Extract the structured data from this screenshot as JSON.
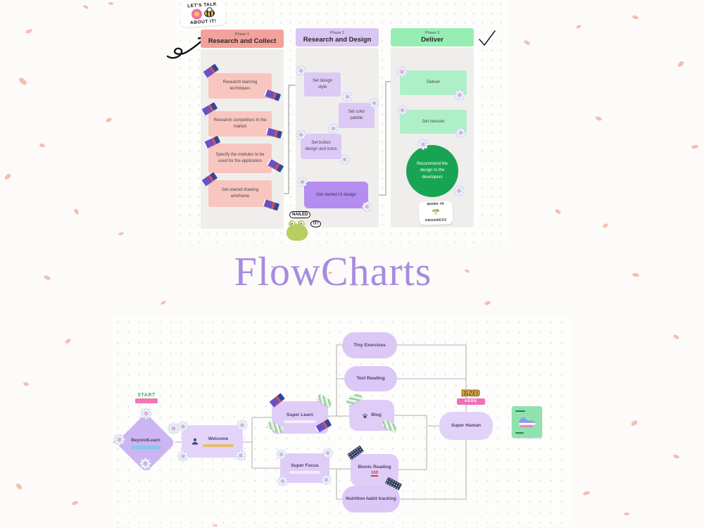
{
  "page": {
    "title": "FlowCharts"
  },
  "colors": {
    "phase1_header": "#f2a29b",
    "phase1_box": "#f9c5bf",
    "phase2_header": "#d9c6f3",
    "phase2_box": "#dcc9f5",
    "phase2_final_box": "#b58cef",
    "phase3_header": "#96eeb5",
    "phase3_box": "#adf0c7",
    "phase3_circle": "#17a553",
    "title_text": "#a78be1",
    "node_purple": "#dfcdf8",
    "diamond_purple": "#cdb5f1",
    "connector_gray": "#b5b3b1",
    "petal_pink": "#f6bdb2"
  },
  "top_board": {
    "stickers": {
      "lets_talk_top": "LET'S TALK",
      "lets_talk_bottom": "ABOUT IT!",
      "nailed_line1": "NAILED",
      "nailed_line2": "IT!",
      "wip_line1": "WORK IN",
      "wip_line2": "PROGRESS"
    },
    "phases": [
      {
        "label": "Phase 1",
        "name": "Research and Collect",
        "steps": [
          "Research learning techniques",
          "Research competitors in the market",
          "Specify the modules to be used for the application",
          "Get started drawing wireframe"
        ]
      },
      {
        "label": "Phase 2",
        "name": "Research and Design",
        "steps": [
          "Set design style",
          "Set color palette",
          "Set button design and icons",
          "Get started UI design"
        ]
      },
      {
        "label": "Phase 3",
        "name": "Deliver",
        "steps": [
          "Deliver",
          "Get revision",
          "Recommend the design to the developers"
        ]
      }
    ]
  },
  "bottom_board": {
    "stickers": {
      "start": "START",
      "end": "END",
      "end_ribbon": "HERE",
      "bionic_badge": "100"
    },
    "nodes": {
      "beyondlearn": "BeyondLearn",
      "welcome": "Welcome",
      "super_learn": "Super Learn",
      "super_focus": "Super Focus",
      "tiny_exercises": "Tiny Exercises",
      "text_reading": "Text Reading",
      "blog": "Blog",
      "bionic_reading": "Bionic Reading",
      "nutrition": "Nutrition habit tracking",
      "super_human": "Super Human"
    }
  }
}
